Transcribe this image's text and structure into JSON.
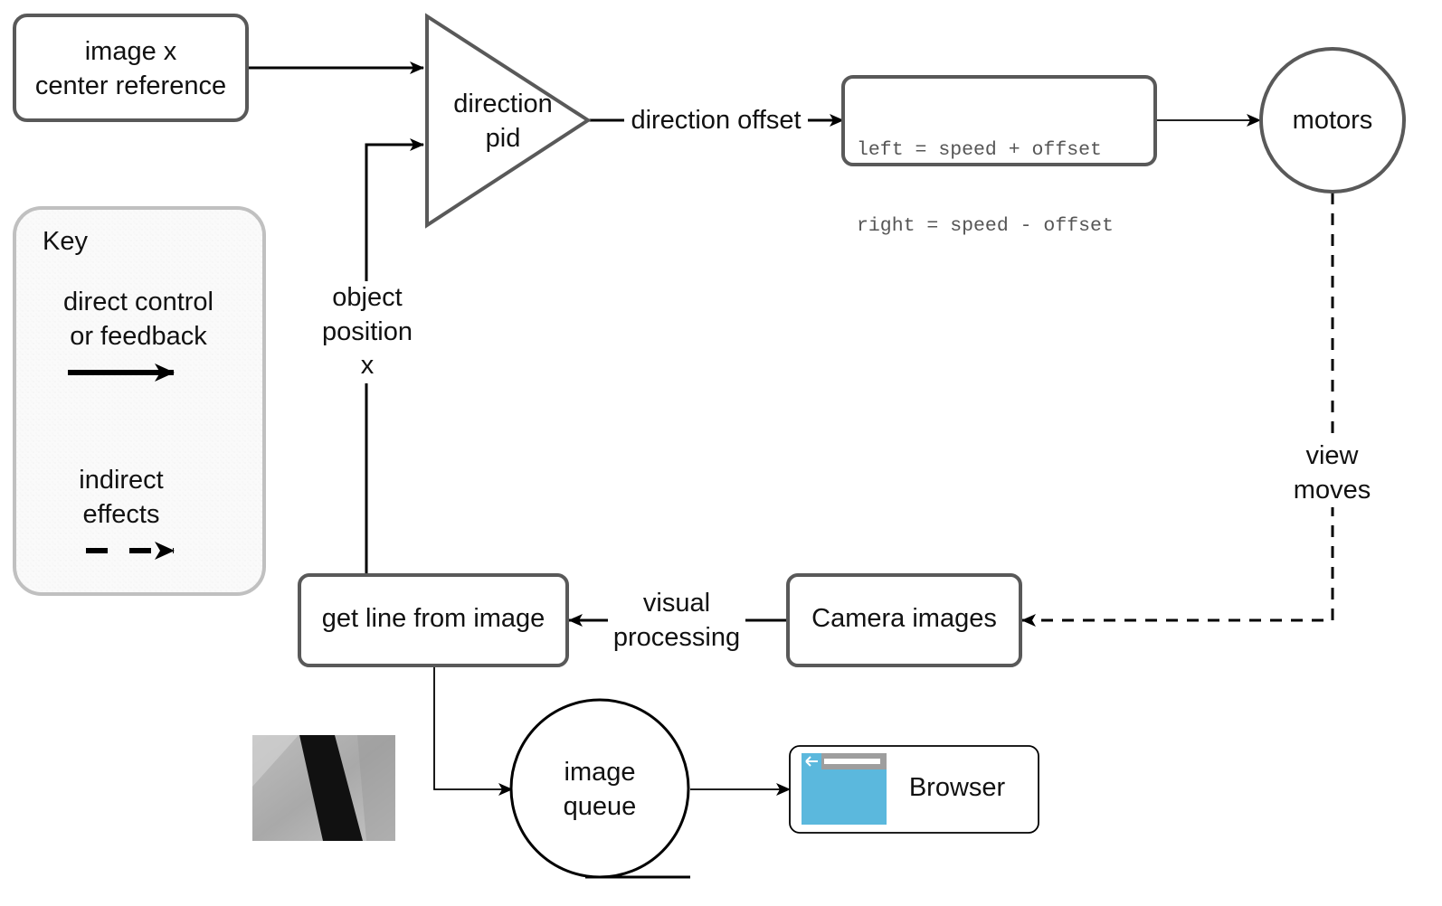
{
  "nodes": {
    "image_x_ref": {
      "line1": "image x",
      "line2": "center reference"
    },
    "direction_pid": {
      "line1": "direction",
      "line2": "pid"
    },
    "offset_formula": {
      "line1": "left = speed + offset",
      "line2": "right = speed - offset"
    },
    "motors": {
      "label": "motors"
    },
    "camera_images": {
      "label": "Camera images"
    },
    "get_line": {
      "label": "get line from image"
    },
    "image_queue": {
      "line1": "image",
      "line2": "queue"
    },
    "browser": {
      "label": "Browser"
    }
  },
  "edges": {
    "direction_offset": "direction offset",
    "object_position": {
      "line1": "object",
      "line2": "position",
      "line3": "x"
    },
    "view_moves": {
      "line1": "view",
      "line2": "moves"
    },
    "visual_processing": {
      "line1": "visual",
      "line2": "processing"
    }
  },
  "key": {
    "title": "Key",
    "direct": {
      "line1": "direct control",
      "line2": "or feedback"
    },
    "indirect": {
      "line1": "indirect",
      "line2": "effects"
    }
  },
  "colors": {
    "box_border": "#595959",
    "key_border": "#c0c0c0",
    "line": "#000000",
    "browser_window": "#5bb8dd",
    "browser_bar": "#9e9e9e"
  },
  "icons": {
    "thumbnail": "camera-frame-thumbnail",
    "browser": "browser-window-icon"
  }
}
